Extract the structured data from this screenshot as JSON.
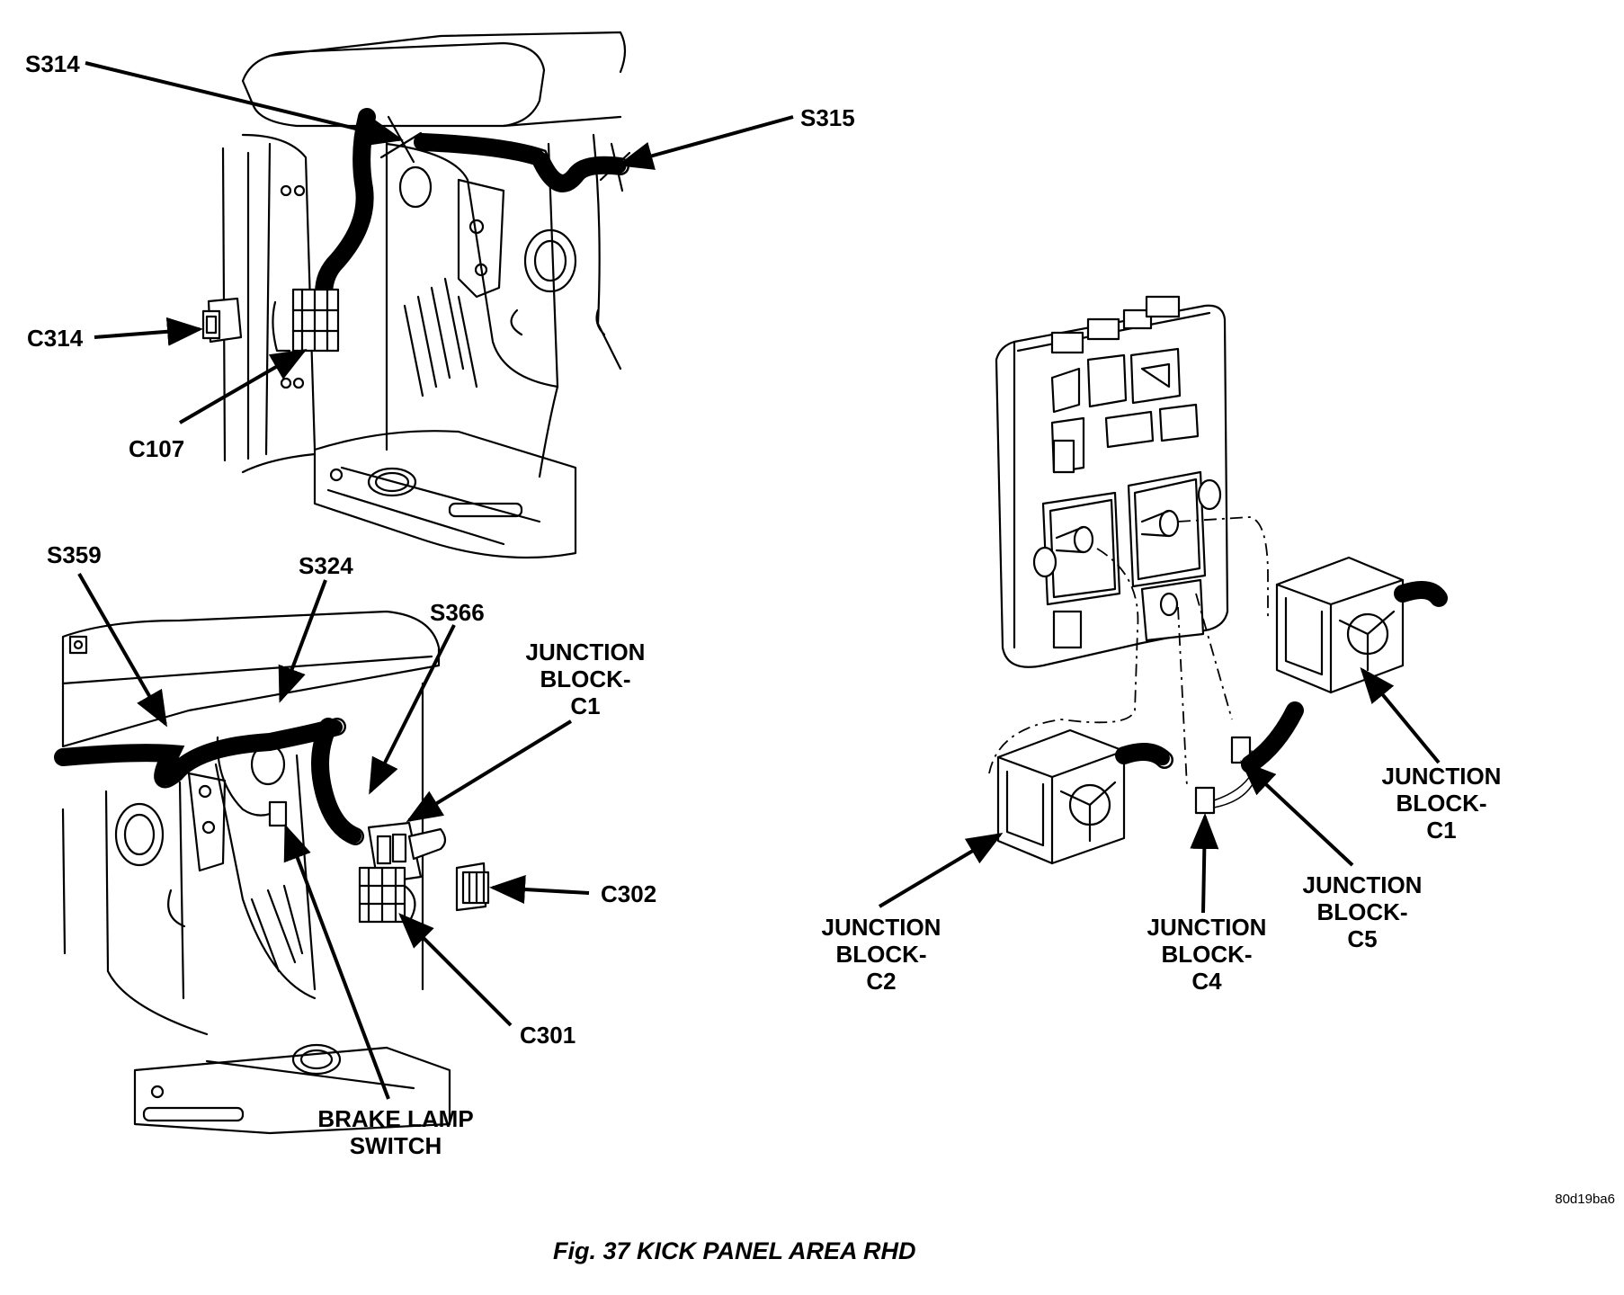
{
  "labels": {
    "s314": "S314",
    "s315": "S315",
    "c314": "C314",
    "c107": "C107",
    "s359": "S359",
    "s324": "S324",
    "s366": "S366",
    "jb_c1_top_l1": "JUNCTION",
    "jb_c1_top_l2": "BLOCK-",
    "jb_c1_top_l3": "C1",
    "c302": "C302",
    "c301": "C301",
    "brake_l1": "BRAKE LAMP",
    "brake_l2": "SWITCH",
    "jb_c1_l1": "JUNCTION",
    "jb_c1_l2": "BLOCK-",
    "jb_c1_l3": "C1",
    "jb_c2_l1": "JUNCTION",
    "jb_c2_l2": "BLOCK-",
    "jb_c2_l3": "C2",
    "jb_c4_l1": "JUNCTION",
    "jb_c4_l2": "BLOCK-",
    "jb_c4_l3": "C4",
    "jb_c5_l1": "JUNCTION",
    "jb_c5_l2": "BLOCK-",
    "jb_c5_l3": "C5"
  },
  "image_code": "80d19ba6",
  "caption": "Fig. 37 KICK PANEL AREA RHD"
}
